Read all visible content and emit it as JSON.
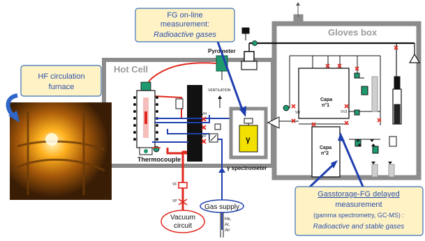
{
  "callouts": {
    "fg_online": {
      "line1": "FG on-line",
      "line2": "measurement:",
      "line3": "Radioactive gases"
    },
    "hf_furnace": {
      "line1": "HF circulation",
      "line2": "furnace"
    },
    "gasstorage": {
      "line1": "Gasstorage-FG delayed",
      "line2": "measurement",
      "line3": "(gamma spectrometry, GC-MS) :",
      "line4": "Radioactive and stable gases"
    }
  },
  "labels": {
    "hot_cell": "Hot Cell",
    "gloves_box": "Gloves box",
    "pyrometer": "Pyrometer",
    "ventilation": "VENTILATION",
    "thermocouple": "Thermocouple",
    "gamma_symbol": "γ",
    "gamma_spectrometer": "γ spectrometer",
    "capa1_title": "Capa",
    "capa1_num": "n°1",
    "capa2_title": "Capa",
    "capa2_num": "n°2",
    "vacuum_line1": "Vacuum",
    "vacuum_line2": "circuit",
    "gas_supply": "Gas supply",
    "gas_he": "He,",
    "gas_ar": "Ar,",
    "gas_air": "Air",
    "vv3": "VV3",
    "vr": "VR",
    "vh": "VH",
    "vf": "VF",
    "vp": "VP"
  },
  "colors": {
    "callout_fill": "#fff3c6",
    "callout_border": "#3b6fb6",
    "callout_text": "#2b4fa8",
    "hot_red": "#e0281e",
    "flow_blue": "#1f3fae",
    "cell_grey": "#8c8c8c",
    "spectrometer_yellow": "#f2e100",
    "pyrometer_green": "#1f9a6e"
  }
}
